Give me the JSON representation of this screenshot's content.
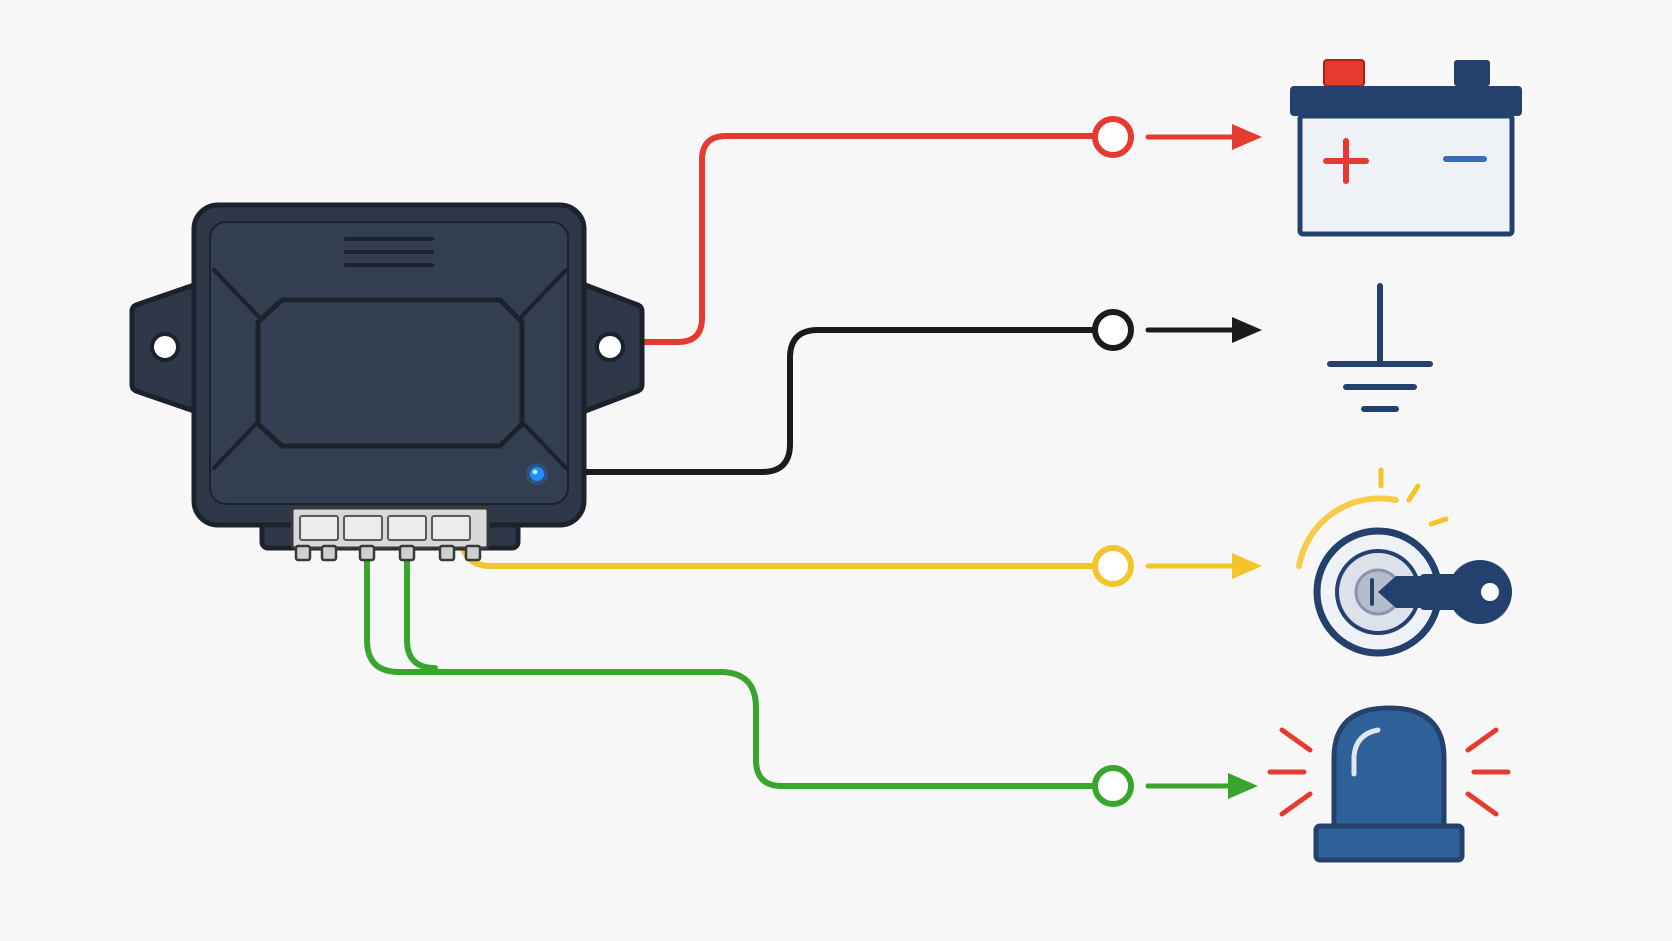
{
  "diagram": {
    "module": {
      "icon": "control-module-icon",
      "status_led": "on"
    },
    "connections": [
      {
        "id": "power",
        "target_icon": "car-battery-icon",
        "wire_color": "#e53a2f"
      },
      {
        "id": "ground",
        "target_icon": "ground-symbol-icon",
        "wire_color": "#1b1b1b"
      },
      {
        "id": "ignition",
        "target_icon": "ignition-key-icon",
        "wire_color": "#f4c52a"
      },
      {
        "id": "alarm",
        "target_icon": "warning-beacon-icon",
        "wire_color": "#3aa52c"
      }
    ],
    "battery": {
      "positive_symbol": "+",
      "negative_symbol": "−"
    }
  },
  "colors": {
    "background": "#f7f7f7",
    "module_body": "#2e3848",
    "module_outline": "#1c222c",
    "accent_navy": "#24416e",
    "battery_fill": "#eef1f6",
    "battery_plus": "#e53a2f",
    "battery_minus": "#3a6cb4",
    "beacon_blue": "#2e6198",
    "led_blue": "#1e90ff",
    "flash_red": "#e53a2f",
    "glow_yellow": "#f4c52a"
  }
}
